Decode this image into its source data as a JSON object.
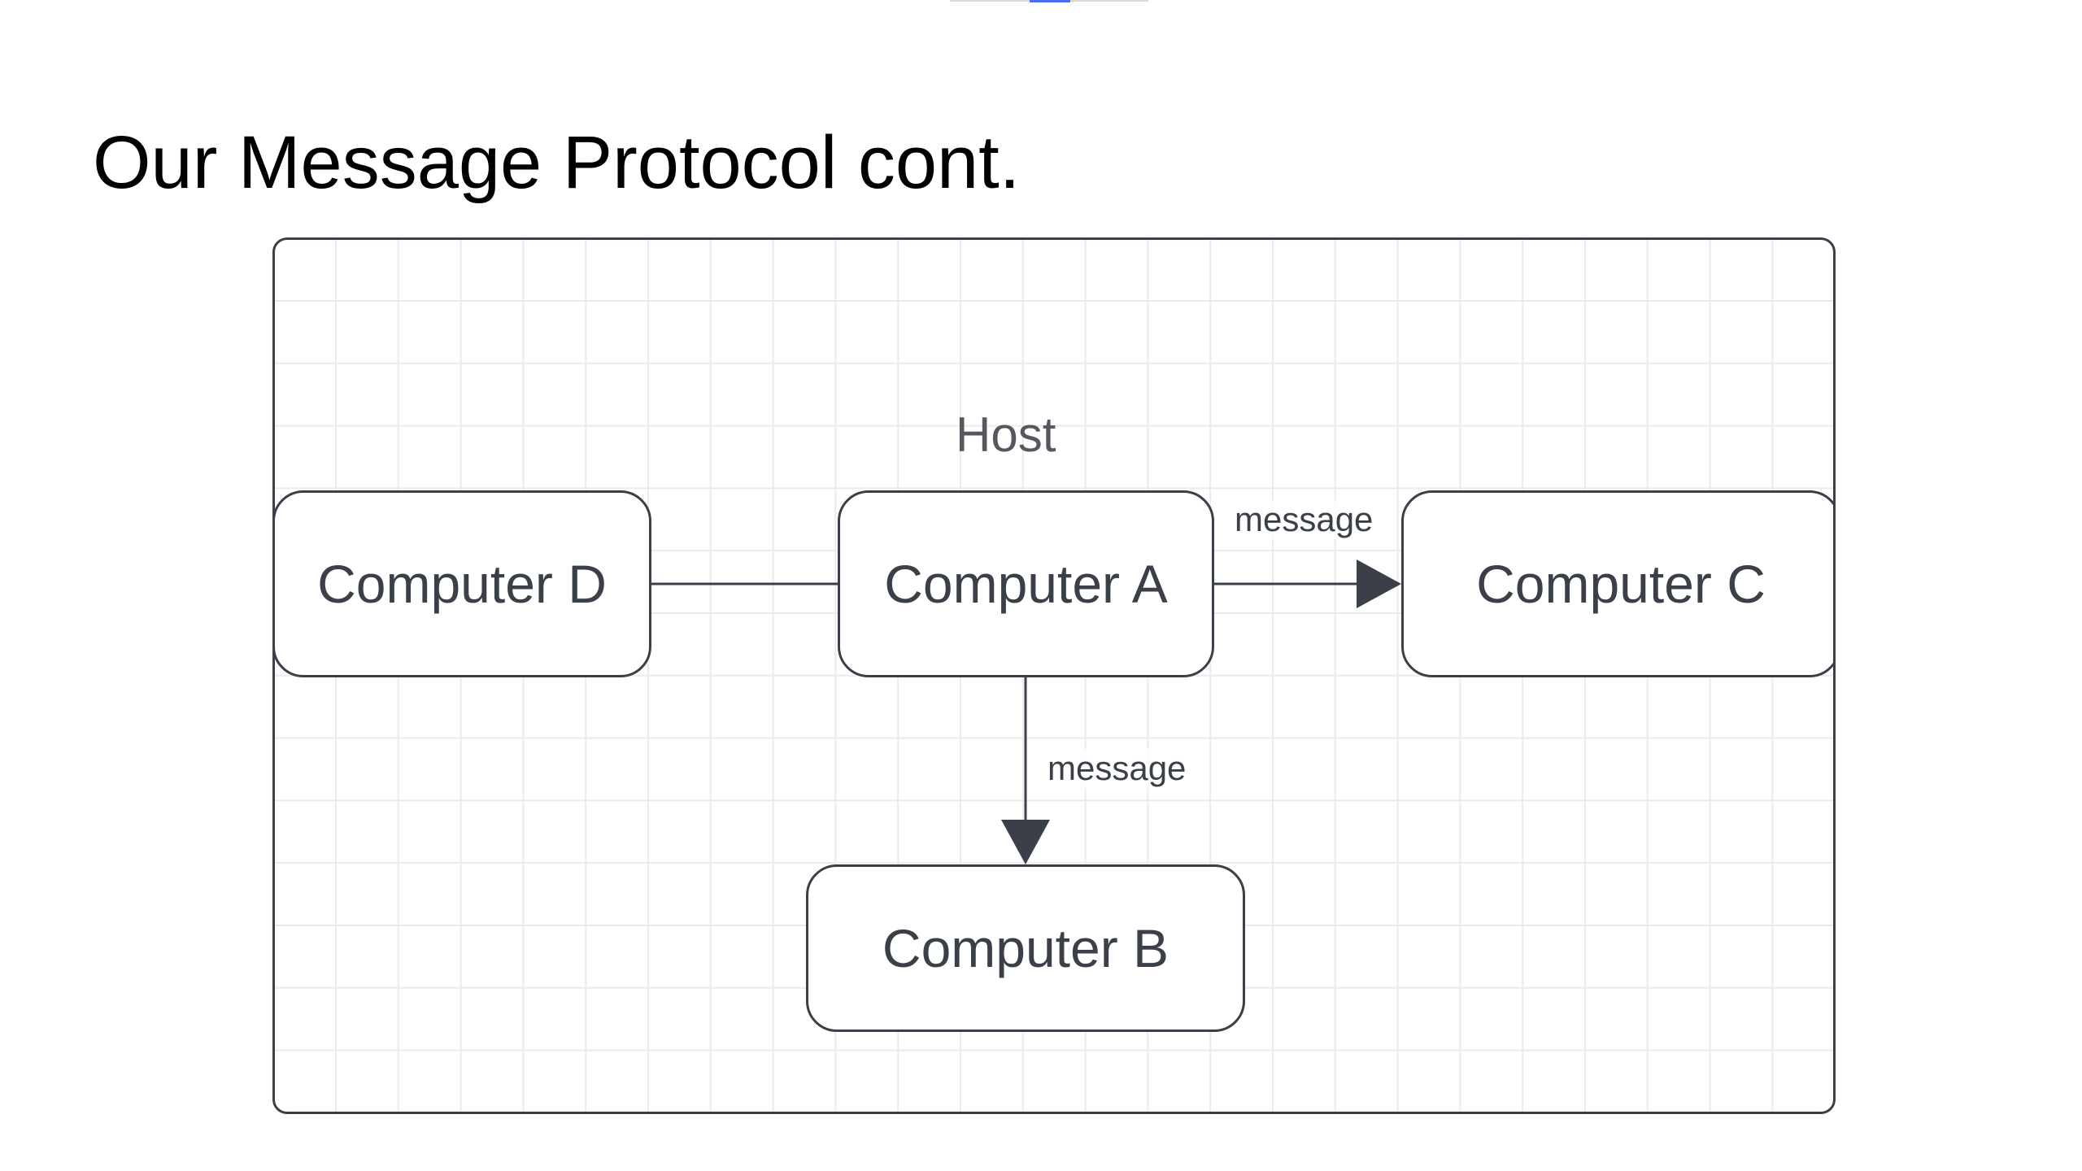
{
  "slide": {
    "title": "Our Message Protocol cont."
  },
  "diagram": {
    "host_label": "Host",
    "nodes": {
      "computer_d": "Computer D",
      "computer_a": "Computer A",
      "computer_c": "Computer C",
      "computer_b": "Computer B"
    },
    "edges": {
      "a_to_c_label": "message",
      "a_to_b_label": "message"
    },
    "colors": {
      "stroke": "#3a3f48",
      "grid": "#ebebeb"
    }
  }
}
